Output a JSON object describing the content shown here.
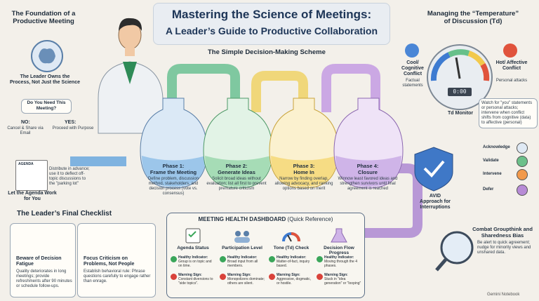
{
  "title": {
    "line1": "Mastering the Science of Meetings:",
    "line2": "A Leader’s Guide to Productive Collaboration"
  },
  "left": {
    "foundation_title": "The Foundation of a Productive Meeting",
    "owner_text": "The Leader Owns the Process, Not Just the Science",
    "need_question": "Do You Need This Meeting?",
    "no_label": "NO:",
    "no_text": "Cancel & Share via Email",
    "yes_label": "YES:",
    "yes_text": "Proceed with Purpose",
    "agenda_label": "AGENDA",
    "agenda_text": "Distribute in advance; use it to deflect off-topic discussions to the \"parking lot\"",
    "agenda_caption": "Let the Agenda Work for You"
  },
  "scheme_title": "The Simple Decision-Making Scheme",
  "phases": [
    {
      "title": "Phase 1:",
      "subtitle": "Frame the Meeting",
      "text": "Define problem, discussion method, stakeholders, and decision process (vote vs. consensus)"
    },
    {
      "title": "Phase 2:",
      "subtitle": "Generate Ideas",
      "text": "Solicit broad ideas without evaluation; list all first to prevent premature criticism"
    },
    {
      "title": "Phase 3:",
      "subtitle": "Home In",
      "text": "Narrow by finding overlap, allowing advocacy, and ranking options based on merit"
    },
    {
      "title": "Phase 4:",
      "subtitle": "Closure",
      "text": "Winnow least favored ideas and strengthen survivors until final agreement is reached"
    }
  ],
  "checklist": {
    "title": "The Leader’s Final Checklist",
    "item1_title": "Beware of Decision Fatigue",
    "item1_text": "Quality deteriorates in long meetings; provide refreshments after 90 minutes or schedule follow-ups.",
    "item2_title": "Focus Criticism on Problems, Not People",
    "item2_text": "Establish behavioral rule: Phrase questions carefully to engage rather than enrage."
  },
  "dashboard": {
    "title": "MEETING HEALTH DASHBOARD",
    "subtitle": "(Quick Reference)",
    "columns": [
      {
        "title": "Agenda Status",
        "healthy_label": "Healthy Indicator:",
        "healthy_text": "Group is on topic and on time.",
        "warning_label": "Warning Sign:",
        "warning_text": "Constant diversions to \"side topics\"."
      },
      {
        "title": "Participation Level",
        "healthy_label": "Healthy Indicator:",
        "healthy_text": "Broad input from all members.",
        "warning_label": "Warning Sign:",
        "warning_text": "Monopolizers dominate; others are silent."
      },
      {
        "title": "Tone (Td) Check",
        "healthy_label": "Healthy Indicator:",
        "healthy_text": "Matter-of-fact, inquiry based.",
        "warning_label": "Warning Sign:",
        "warning_text": "Aggressive, dogmatic, or hostile."
      },
      {
        "title": "Decision Flow Progress",
        "healthy_label": "Healthy Indicator:",
        "healthy_text": "Moving through the 4 phases.",
        "warning_label": "Warning Sign:",
        "warning_text": "Stuck in \"idea generation\" or \"looping\""
      }
    ]
  },
  "right": {
    "temp_title_1": "Managing the “Temperature”",
    "temp_title_2": "of Discussion (Td)",
    "cool_title": "Cool/ Cognitive Conflict",
    "cool_text": "Factual statements",
    "hot_title": "Hot/ Affective Conflict",
    "hot_text": "Personal attacks",
    "monitor_display": "0:00",
    "monitor_label": "Td Monitor",
    "watch_text": "Watch for \"you\" statements or personal attacks; intervene when conflict shifts from cognitive (data) to affective (personal)",
    "avid_title": "AVID Approach for Interruptions",
    "avid_items": [
      "Acknowledge",
      "Validate",
      "Intervene",
      "Defer"
    ],
    "groupthink_title": "Combat Groupthink and Sharedness Bias",
    "groupthink_text": "Be alert to quick agreement; nudge for minority views and unshared data."
  },
  "watermark": "Gemini Notebook",
  "colors": {
    "phase1": "#5aa0d8",
    "phase2": "#6cc08a",
    "phase3": "#f2c94c",
    "phase4": "#b78bd6",
    "healthy": "#3aa65a",
    "warning": "#d9423a"
  }
}
